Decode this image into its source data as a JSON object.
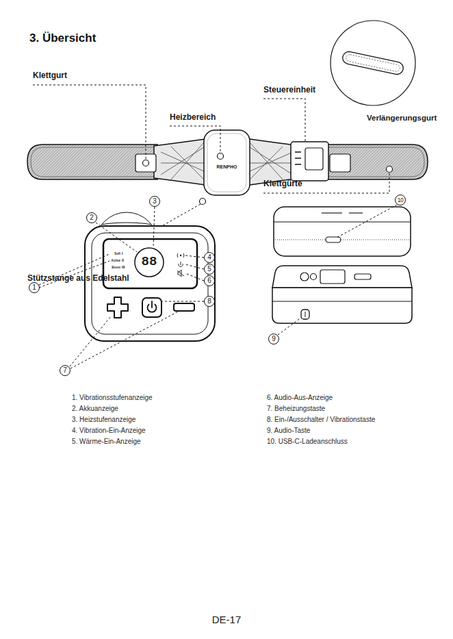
{
  "diagram": {
    "title": "3. Übersicht",
    "nodes": [
      {
        "text": [
          "1"
        ]
      },
      {
        "text": [
          "2"
        ]
      },
      {
        "text": [
          "3"
        ]
      },
      {
        "text": [
          "4"
        ]
      },
      {
        "text": [
          "5"
        ]
      },
      {
        "text": [
          "6"
        ]
      },
      {
        "text": [
          "7"
        ]
      },
      {
        "text": [
          "8"
        ]
      },
      {
        "text": [
          "9"
        ]
      },
      {
        "text": [
          "10"
        ]
      }
    ],
    "labels": [
      "Klettgurt",
      "Heizbereich",
      "Steuereinheit",
      "Verlängerungsgurt",
      "RENPHO",
      "Klettgürte",
      "Stützstange aus Edelstahl",
      "88",
      "Soft",
      "Active",
      "Boost",
      "I",
      "II",
      "III",
      "1. Vibrationsstufenanzeige",
      "2. Akkuanzeige",
      "3. Heizstufenanzeige",
      "4. Vibration-Ein-Anzeige",
      "5. Wärme-Ein-Anzeige",
      "6. Audio-Aus-Anzeige",
      "7. Beheizungstaste",
      "8. Ein-/Ausschalter / Vibrationstaste",
      "9. Audio-Taste",
      "10. USB-C-Ladeanschluss",
      "DE-17"
    ]
  }
}
